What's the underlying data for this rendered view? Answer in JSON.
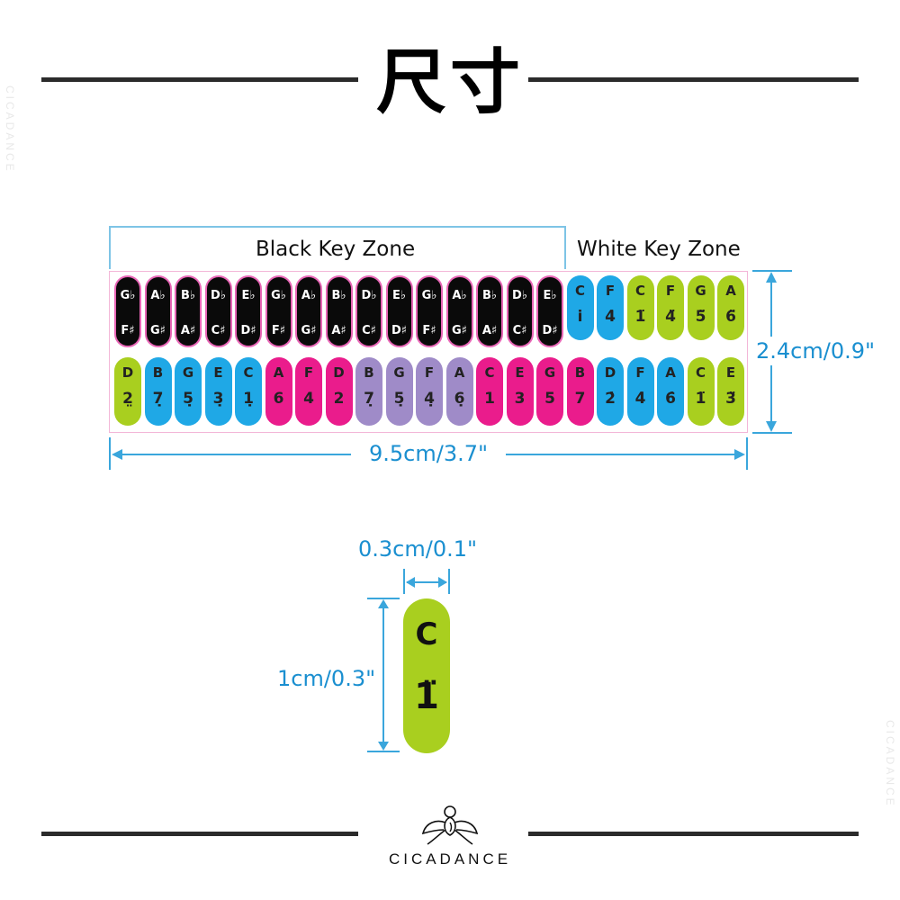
{
  "header": {
    "title": "尺寸"
  },
  "watermark": {
    "text": "CICADANCE"
  },
  "zones": {
    "black": "Black Key Zone",
    "white": "White Key Zone"
  },
  "black_keys": [
    {
      "top": "G♭",
      "bottom": "F♯"
    },
    {
      "top": "A♭",
      "bottom": "G♯"
    },
    {
      "top": "B♭",
      "bottom": "A♯"
    },
    {
      "top": "D♭",
      "bottom": "C♯"
    },
    {
      "top": "E♭",
      "bottom": "D♯"
    },
    {
      "top": "G♭",
      "bottom": "F♯"
    },
    {
      "top": "A♭",
      "bottom": "G♯"
    },
    {
      "top": "B♭",
      "bottom": "A♯"
    },
    {
      "top": "D♭",
      "bottom": "C♯"
    },
    {
      "top": "E♭",
      "bottom": "D♯"
    },
    {
      "top": "G♭",
      "bottom": "F♯"
    },
    {
      "top": "A♭",
      "bottom": "G♯"
    },
    {
      "top": "B♭",
      "bottom": "A♯"
    },
    {
      "top": "D♭",
      "bottom": "C♯"
    },
    {
      "top": "E♭",
      "bottom": "D♯"
    }
  ],
  "top_white_keys": [
    {
      "note": "C",
      "num": "i̇",
      "color": "#1fa8e6"
    },
    {
      "note": "F",
      "num": "4̇",
      "color": "#1fa8e6"
    },
    {
      "note": "C",
      "num": "1̈",
      "color": "#a9cf1f"
    },
    {
      "note": "F",
      "num": "4̈",
      "color": "#a9cf1f"
    },
    {
      "note": "G",
      "num": "5̈",
      "color": "#a9cf1f"
    },
    {
      "note": "A",
      "num": "6̈",
      "color": "#a9cf1f"
    }
  ],
  "bottom_keys": [
    {
      "note": "D",
      "num": "2̤",
      "color": "#a9cf1f"
    },
    {
      "note": "B",
      "num": "7̣",
      "color": "#1fa8e6"
    },
    {
      "note": "G",
      "num": "5̣",
      "color": "#1fa8e6"
    },
    {
      "note": "E",
      "num": "3̣",
      "color": "#1fa8e6"
    },
    {
      "note": "C",
      "num": "1̣",
      "color": "#1fa8e6"
    },
    {
      "note": "A",
      "num": "6",
      "color": "#ea1c8c"
    },
    {
      "note": "F",
      "num": "4",
      "color": "#ea1c8c"
    },
    {
      "note": "D",
      "num": "2",
      "color": "#ea1c8c"
    },
    {
      "note": "B",
      "num": "7̣",
      "color": "#9f8bc8"
    },
    {
      "note": "G",
      "num": "5̣",
      "color": "#9f8bc8"
    },
    {
      "note": "F",
      "num": "4̣",
      "color": "#9f8bc8"
    },
    {
      "note": "A",
      "num": "6̣",
      "color": "#9f8bc8"
    },
    {
      "note": "C",
      "num": "1",
      "color": "#ea1c8c"
    },
    {
      "note": "E",
      "num": "3",
      "color": "#ea1c8c"
    },
    {
      "note": "G",
      "num": "5",
      "color": "#ea1c8c"
    },
    {
      "note": "B",
      "num": "7",
      "color": "#ea1c8c"
    },
    {
      "note": "D",
      "num": "2̇",
      "color": "#1fa8e6"
    },
    {
      "note": "F",
      "num": "4̇",
      "color": "#1fa8e6"
    },
    {
      "note": "A",
      "num": "6̇",
      "color": "#1fa8e6"
    },
    {
      "note": "C",
      "num": "1̈",
      "color": "#a9cf1f"
    },
    {
      "note": "E",
      "num": "3̈",
      "color": "#a9cf1f"
    }
  ],
  "dimensions": {
    "height": "2.4cm/0.9\"",
    "width": "9.5cm/3.7\"",
    "key_width": "0.3cm/0.1\"",
    "key_height": "1cm/0.3\""
  },
  "sample_key": {
    "note": "C",
    "num": "1̈",
    "color": "#a9cf1f"
  },
  "brand": {
    "name": "CICADANCE"
  }
}
